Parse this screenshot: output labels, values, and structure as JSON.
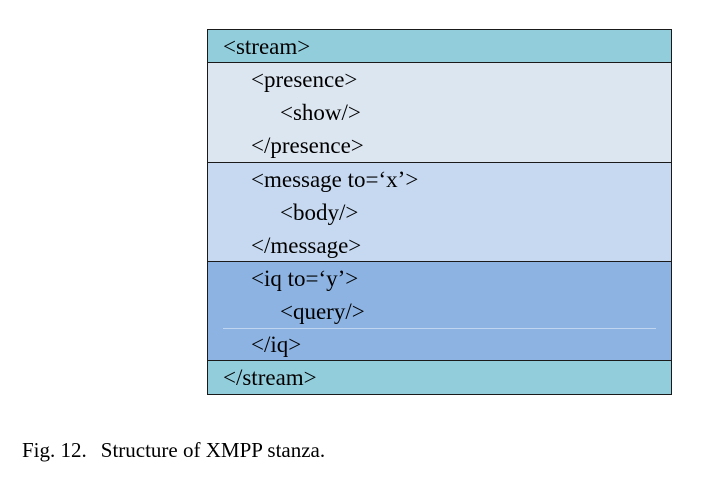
{
  "diagram": {
    "stream_open": "<stream>",
    "presence": {
      "open": "<presence>",
      "child": "<show/>",
      "close": "</presence>"
    },
    "message": {
      "open": "<message to=‘x’>",
      "child": "<body/>",
      "close": "</message>"
    },
    "iq": {
      "open": "<iq to=‘y’>",
      "child": "<query/>",
      "close": "</iq>"
    },
    "stream_close": "</stream>",
    "colors": {
      "stream": "#92cddc",
      "presence": "#dce6f1",
      "message": "#c6d9f0",
      "iq": "#8db3e2",
      "border": "#1a1a1a"
    }
  },
  "caption": {
    "label": "Fig. 12.",
    "text": "Structure of XMPP stanza."
  }
}
